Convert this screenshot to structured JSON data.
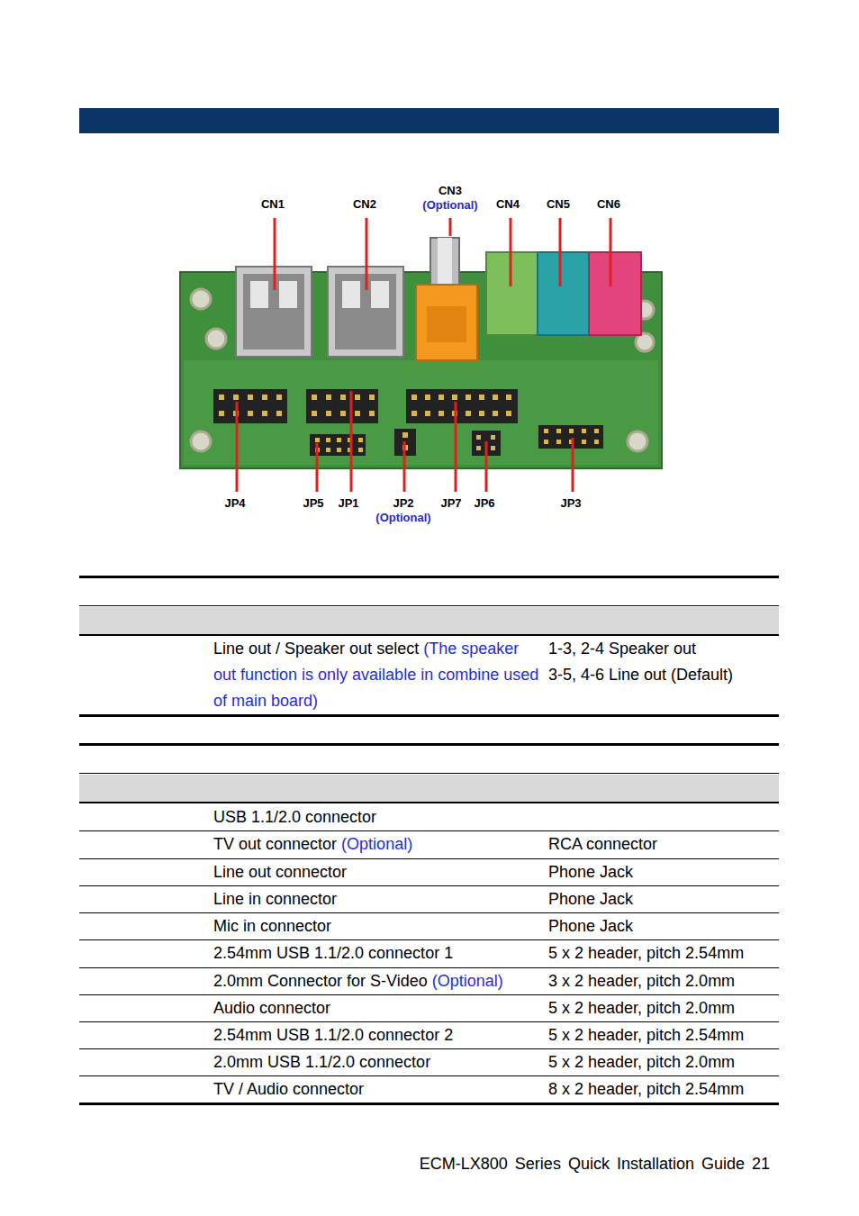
{
  "diagram": {
    "labels": [
      "CN1",
      "CN2",
      "CN3",
      "(Optional)",
      "CN4",
      "CN5",
      "CN6",
      "JP4",
      "JP5",
      "JP1",
      "JP2",
      "JP7",
      "JP6",
      "JP3",
      "(Optional)",
      "Line out / Speaker out select",
      "(The speaker out function is only available in combine used of main board)",
      "1-3, 2-4 Speaker out",
      "3-5, 4-6 Line out (Default)",
      "USB 1.1/2.0 connector",
      "TV out connector",
      "(Optional)",
      "RCA connector",
      "Line out connector",
      "Phone Jack",
      "Line in connector",
      "Phone Jack",
      "Mic in connector",
      "Phone Jack",
      "2.54mm USB 1.1/2.0 connector 1",
      "5 x 2 header, pitch 2.54mm",
      "2.0mm Connector for S-Video",
      "(Optional)",
      "3 x 2 header, pitch 2.0mm",
      "Audio connector",
      "5 x 2 header, pitch 2.0mm",
      "2.54mm USB 1.1/2.0 connector 2",
      "5 x 2 header, pitch 2.54mm",
      "2.0mm USB 1.1/2.0 connector",
      "5 x 2 header, pitch 2.0mm",
      "TV / Audio connector",
      "8 x 2 header, pitch 2.54mm",
      "ECM-LX800 Series Quick Installation Guide 21"
    ]
  }
}
